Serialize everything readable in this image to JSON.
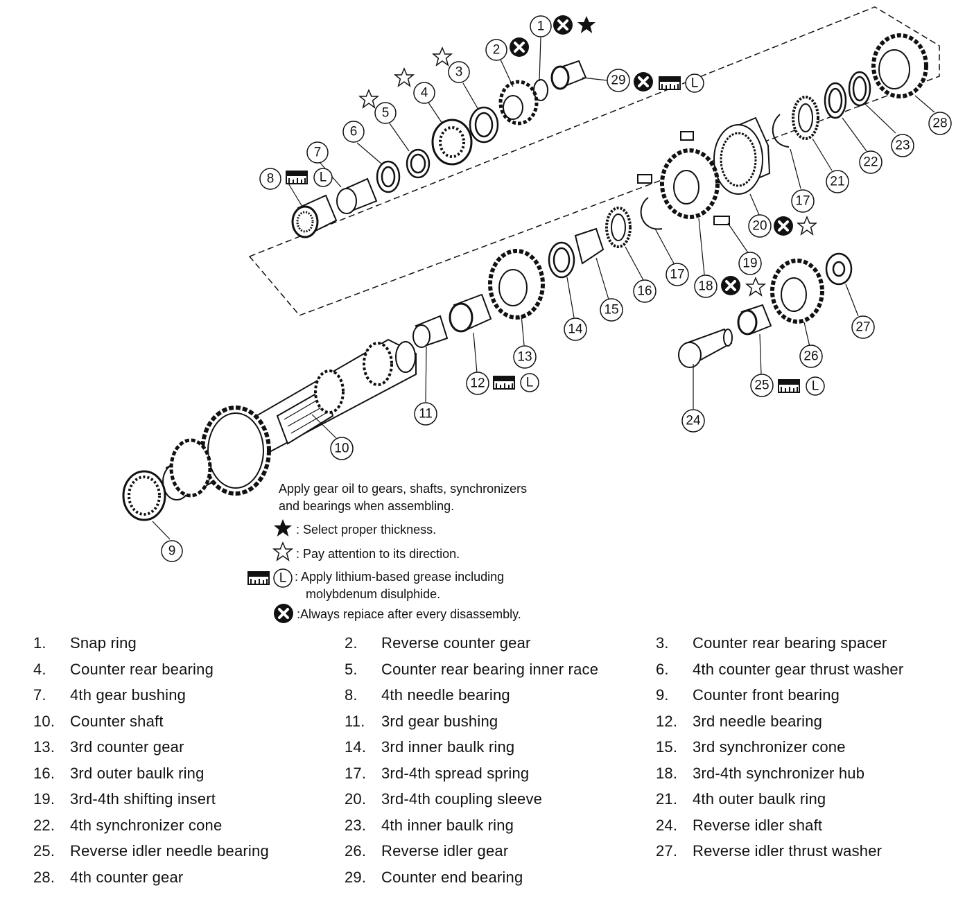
{
  "legend": {
    "intro_line1": "Apply gear oil to gears, shafts, synchronizers",
    "intro_line2": "and bearings when assembling.",
    "star_filled": ": Select proper thickness.",
    "star_open": ": Pay attention to its direction.",
    "grease_line1": ": Apply lithium-based grease including",
    "grease_line2": "molybdenum disulphide.",
    "replace": ":Always repiace after every disassembly.",
    "grease_symbol_letter": "L"
  },
  "callouts": [
    "1",
    "2",
    "3",
    "4",
    "5",
    "6",
    "7",
    "8",
    "9",
    "10",
    "11",
    "12",
    "13",
    "14",
    "15",
    "16",
    "17",
    "17",
    "18",
    "19",
    "20",
    "21",
    "22",
    "23",
    "24",
    "25",
    "26",
    "27",
    "28",
    "29"
  ],
  "parts": [
    {
      "num": "1.",
      "name": "Snap ring"
    },
    {
      "num": "2.",
      "name": "Reverse counter gear"
    },
    {
      "num": "3.",
      "name": "Counter rear bearing spacer"
    },
    {
      "num": "4.",
      "name": "Counter rear bearing"
    },
    {
      "num": "5.",
      "name": "Counter rear bearing inner race"
    },
    {
      "num": "6.",
      "name": "4th counter gear thrust washer"
    },
    {
      "num": "7.",
      "name": "4th gear bushing"
    },
    {
      "num": "8.",
      "name": "4th needle bearing"
    },
    {
      "num": "9.",
      "name": "Counter front bearing"
    },
    {
      "num": "10.",
      "name": "Counter shaft"
    },
    {
      "num": "11.",
      "name": "3rd gear bushing"
    },
    {
      "num": "12.",
      "name": "3rd needle bearing"
    },
    {
      "num": "13.",
      "name": "3rd counter gear"
    },
    {
      "num": "14.",
      "name": "3rd inner baulk ring"
    },
    {
      "num": "15.",
      "name": "3rd synchronizer cone"
    },
    {
      "num": "16.",
      "name": "3rd outer baulk ring"
    },
    {
      "num": "17.",
      "name": "3rd-4th spread spring"
    },
    {
      "num": "18.",
      "name": "3rd-4th synchronizer hub"
    },
    {
      "num": "19.",
      "name": "3rd-4th shifting insert"
    },
    {
      "num": "20.",
      "name": "3rd-4th coupling sleeve"
    },
    {
      "num": "21.",
      "name": "4th outer baulk ring"
    },
    {
      "num": "22.",
      "name": "4th synchronizer cone"
    },
    {
      "num": "23.",
      "name": "4th inner baulk ring"
    },
    {
      "num": "24.",
      "name": "Reverse idler shaft"
    },
    {
      "num": "25.",
      "name": "Reverse idler needle bearing"
    },
    {
      "num": "26.",
      "name": "Reverse idler gear"
    },
    {
      "num": "27.",
      "name": "Reverse idler thrust washer"
    },
    {
      "num": "28.",
      "name": "4th counter gear"
    },
    {
      "num": "29.",
      "name": "Counter end bearing"
    }
  ]
}
